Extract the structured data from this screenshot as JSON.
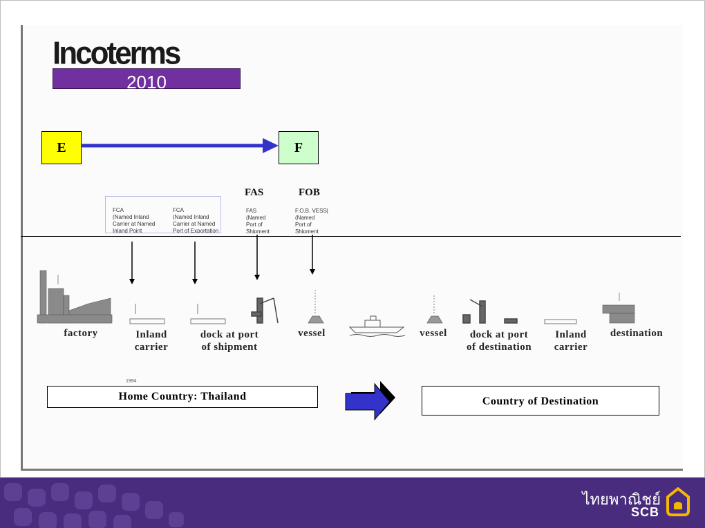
{
  "logo": {
    "word": "Incoterms",
    "year": "2010"
  },
  "terms": {
    "e": "E",
    "f": "F"
  },
  "headers": {
    "fas": "FAS",
    "fob": "FOB"
  },
  "fine_print": {
    "fca1": "FCA\n(Named Inland\nCarrier at Named\nInland Point",
    "fca2": "FCA\n(Named Inland\nCarrier at Named\nPort of Exportation",
    "fas": "FAS\n(Named\nPort of\nShipment",
    "fob": "F.O.B. VESS|\n(Named\nPort of\nShipment"
  },
  "stages": {
    "factory": "factory",
    "inland1": "Inland\ncarrier",
    "dock1": "dock at port\nof shipment",
    "vessel1": "vessel",
    "vessel2": "vessel",
    "dock2": "dock at port\nof destination",
    "inland2": "Inland\ncarrier",
    "destination": "destination"
  },
  "countries": {
    "home": "Home Country: Thailand",
    "destination": "Country of Destination"
  },
  "scan_note": "1994",
  "brand": {
    "thai": "ไทยพาณิชย์",
    "scb": "SCB"
  },
  "colors": {
    "term_e": "#ffff00",
    "term_f": "#ccffcc",
    "arrow": "#3333cc",
    "logo_band": "#7030a0",
    "footer": "#4a2c7f",
    "brand_icon": "#f5b800"
  }
}
